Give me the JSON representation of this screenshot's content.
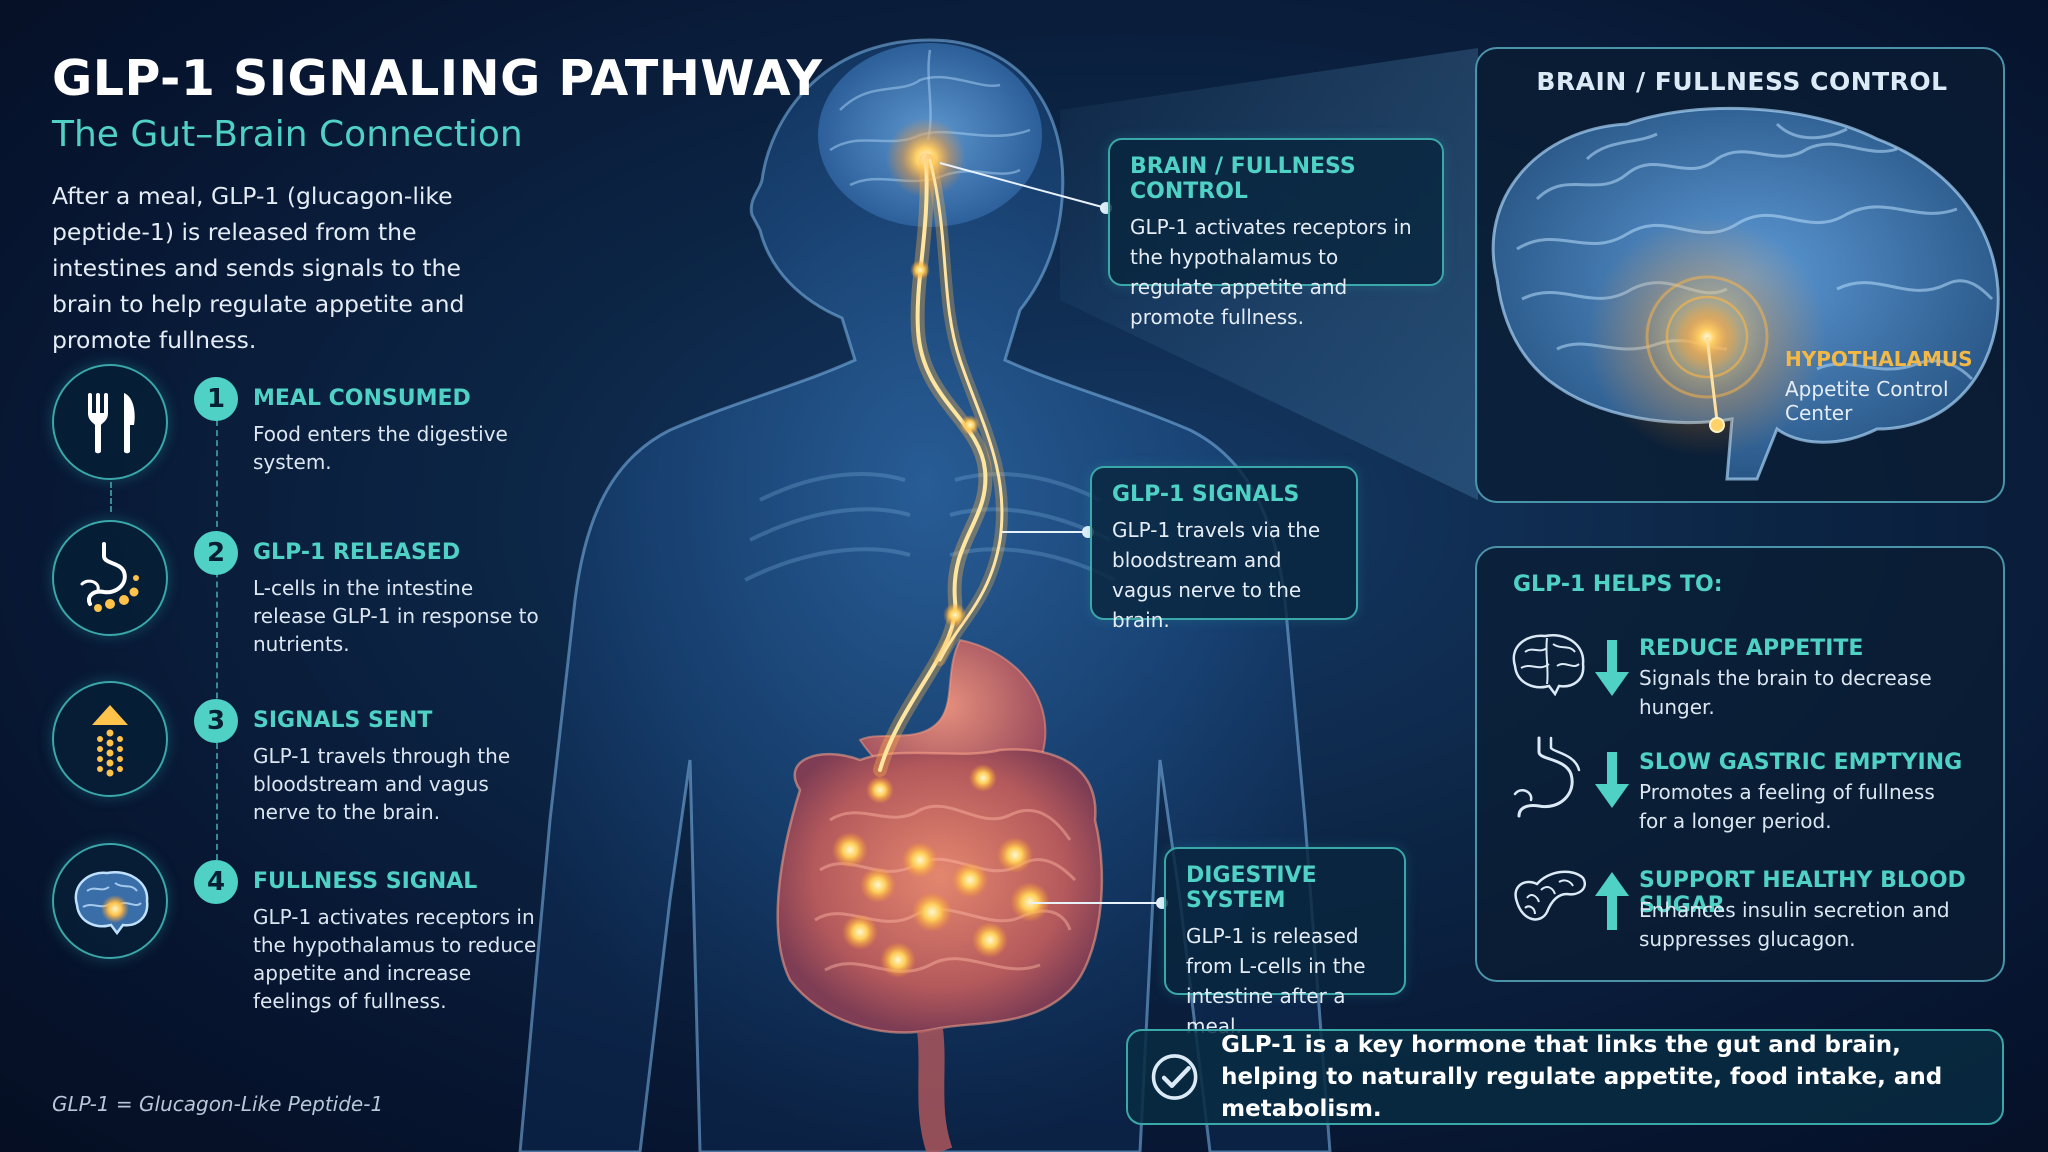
{
  "header": {
    "title": "GLP-1 SIGNALING PATHWAY",
    "subtitle": "The Gut–Brain Connection",
    "intro": "After a meal, GLP-1 (glucagon-like peptide-1) is released from the intestines and sends signals to the brain to help regulate appetite and promote fullness."
  },
  "steps": [
    {
      "number": "1",
      "title": "MEAL CONSUMED",
      "desc": "Food enters the digestive system.",
      "icon": "fork-knife-icon"
    },
    {
      "number": "2",
      "title": "GLP-1 RELEASED",
      "desc": "L-cells in the intestine release GLP-1 in response to nutrients.",
      "icon": "stomach-icon"
    },
    {
      "number": "3",
      "title": "SIGNALS SENT",
      "desc": "GLP-1 travels through the bloodstream and vagus nerve to the brain.",
      "icon": "up-arrow-icon"
    },
    {
      "number": "4",
      "title": "FULLNESS SIGNAL",
      "desc": "GLP-1 activates receptors in the hypothalamus to reduce appetite and increase feelings of fullness.",
      "icon": "brain-icon"
    }
  ],
  "footnote": "GLP-1 = Glucagon-Like Peptide-1",
  "callouts": {
    "brain": {
      "title": "BRAIN / FULLNESS CONTROL",
      "text": "GLP-1 activates receptors in the hypothalamus to regulate appetite and promote fullness."
    },
    "signals": {
      "title": "GLP-1 SIGNALS",
      "text": "GLP-1 travels via the bloodstream and vagus nerve to the brain."
    },
    "digestive": {
      "title": "DIGESTIVE SYSTEM",
      "text": "GLP-1 is released from L-cells in the intestine after a meal."
    }
  },
  "brain_panel": {
    "title": "BRAIN / FULLNESS CONTROL",
    "label": "HYPOTHALAMUS",
    "sublabel": "Appetite Control Center"
  },
  "helps": {
    "title": "GLP-1 HELPS TO:",
    "items": [
      {
        "title": "REDUCE APPETITE",
        "desc": "Signals the brain to decrease hunger.",
        "icon": "brain-outline-icon",
        "direction": "down"
      },
      {
        "title": "SLOW GASTRIC EMPTYING",
        "desc": "Promotes a feeling of fullness for a longer period.",
        "icon": "stomach-outline-icon",
        "direction": "down"
      },
      {
        "title": "SUPPORT HEALTHY BLOOD SUGAR",
        "desc": "Enhances insulin secretion and suppresses glucagon.",
        "icon": "pancreas-outline-icon",
        "direction": "up"
      }
    ]
  },
  "summary": {
    "line1": "GLP-1 is a key hormone that links the gut and brain,",
    "line2": "helping to naturally regulate appetite, food intake, and metabolism."
  },
  "colors": {
    "accent": "#4fd1c5",
    "glow": "#ffb545",
    "hypothalamus": "#f4b845",
    "background": "#0c2545"
  }
}
